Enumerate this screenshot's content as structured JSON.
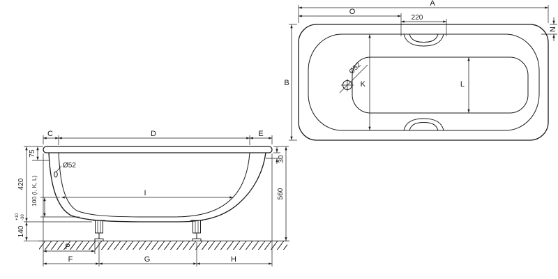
{
  "colors": {
    "line": "#1a1a1a",
    "background": "#ffffff"
  },
  "top_view": {
    "length_overall": "A",
    "length_to_grip": "O",
    "grip_span": "220",
    "rim_width": "N",
    "width_overall": "B",
    "interior_width": "K",
    "bottom_width": "L",
    "drain_diameter": "Ø52"
  },
  "side_view": {
    "rim_overhang_left": "C",
    "body_length": "D",
    "rim_overhang_right": "E",
    "rim_height": "75",
    "overflow_diameter": "Ø52",
    "tub_depth": "420",
    "measuring_height": "100 (I, K, L)",
    "edge_drop": "30",
    "interior_length": "I",
    "total_height": "560",
    "foot_height": "140",
    "foot_tolerance_plus": "+10",
    "foot_tolerance_minus": "-30",
    "drain_offset": "P",
    "foot_offset_left": "F",
    "foot_spacing": "G",
    "foot_offset_right": "H"
  }
}
